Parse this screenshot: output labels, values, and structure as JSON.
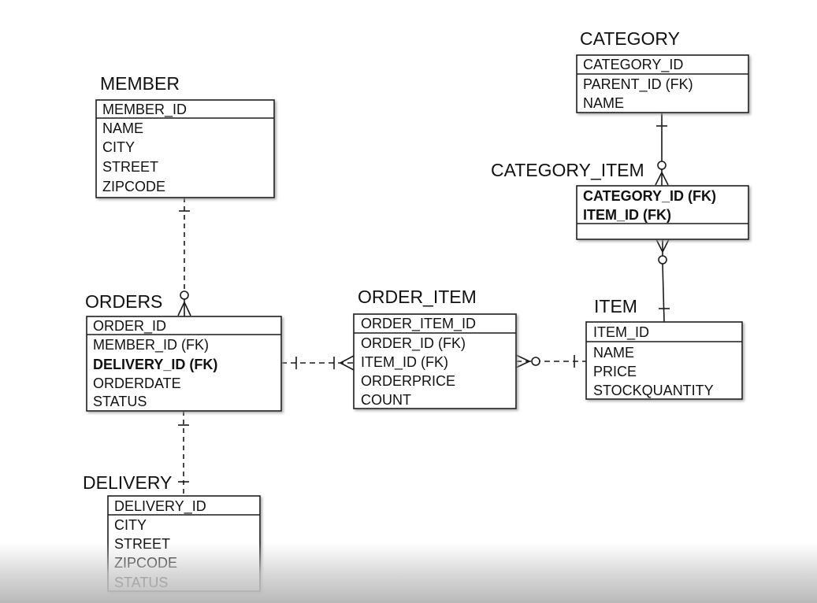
{
  "entities": {
    "member": {
      "title": "MEMBER",
      "key": "MEMBER_ID",
      "attributes": [
        "NAME",
        "CITY",
        "STREET",
        "ZIPCODE"
      ]
    },
    "orders": {
      "title": "ORDERS",
      "key": "ORDER_ID",
      "attributes": [
        "MEMBER_ID (FK)",
        "DELIVERY_ID (FK)",
        "ORDERDATE",
        "STATUS"
      ]
    },
    "delivery": {
      "title": "DELIVERY",
      "key": "DELIVERY_ID",
      "attributes": [
        "CITY",
        "STREET",
        "ZIPCODE",
        "STATUS"
      ]
    },
    "order_item": {
      "title": "ORDER_ITEM",
      "key": "ORDER_ITEM_ID",
      "attributes": [
        "ORDER_ID (FK)",
        "ITEM_ID (FK)",
        "ORDERPRICE",
        "COUNT"
      ]
    },
    "item": {
      "title": "ITEM",
      "key": "ITEM_ID",
      "attributes": [
        "NAME",
        "PRICE",
        "STOCKQUANTITY"
      ]
    },
    "category": {
      "title": "CATEGORY",
      "key": "CATEGORY_ID",
      "attributes": [
        "PARENT_ID (FK)",
        "NAME"
      ]
    },
    "category_item": {
      "title": "CATEGORY_ITEM",
      "keys": [
        "CATEGORY_ID (FK)",
        "ITEM_ID (FK)"
      ],
      "attributes": []
    }
  },
  "relationships": [
    {
      "from": "member",
      "to": "orders",
      "from_cardinality": "one",
      "to_cardinality": "zero-or-many",
      "line": "dashed"
    },
    {
      "from": "orders",
      "to": "delivery",
      "from_cardinality": "one",
      "to_cardinality": "one",
      "line": "dashed"
    },
    {
      "from": "orders",
      "to": "order_item",
      "from_cardinality": "one",
      "to_cardinality": "one-or-many",
      "line": "dashed"
    },
    {
      "from": "item",
      "to": "order_item",
      "from_cardinality": "one",
      "to_cardinality": "zero-or-many",
      "line": "dashed"
    },
    {
      "from": "category",
      "to": "category_item",
      "from_cardinality": "one",
      "to_cardinality": "zero-or-many",
      "line": "solid"
    },
    {
      "from": "item",
      "to": "category_item",
      "from_cardinality": "one",
      "to_cardinality": "zero-or-many",
      "line": "solid"
    }
  ],
  "colors": {
    "line": "#1a1a1a",
    "box_fill": "#ffffff",
    "shadow": "#bdbdbd",
    "background": "#ffffff"
  }
}
